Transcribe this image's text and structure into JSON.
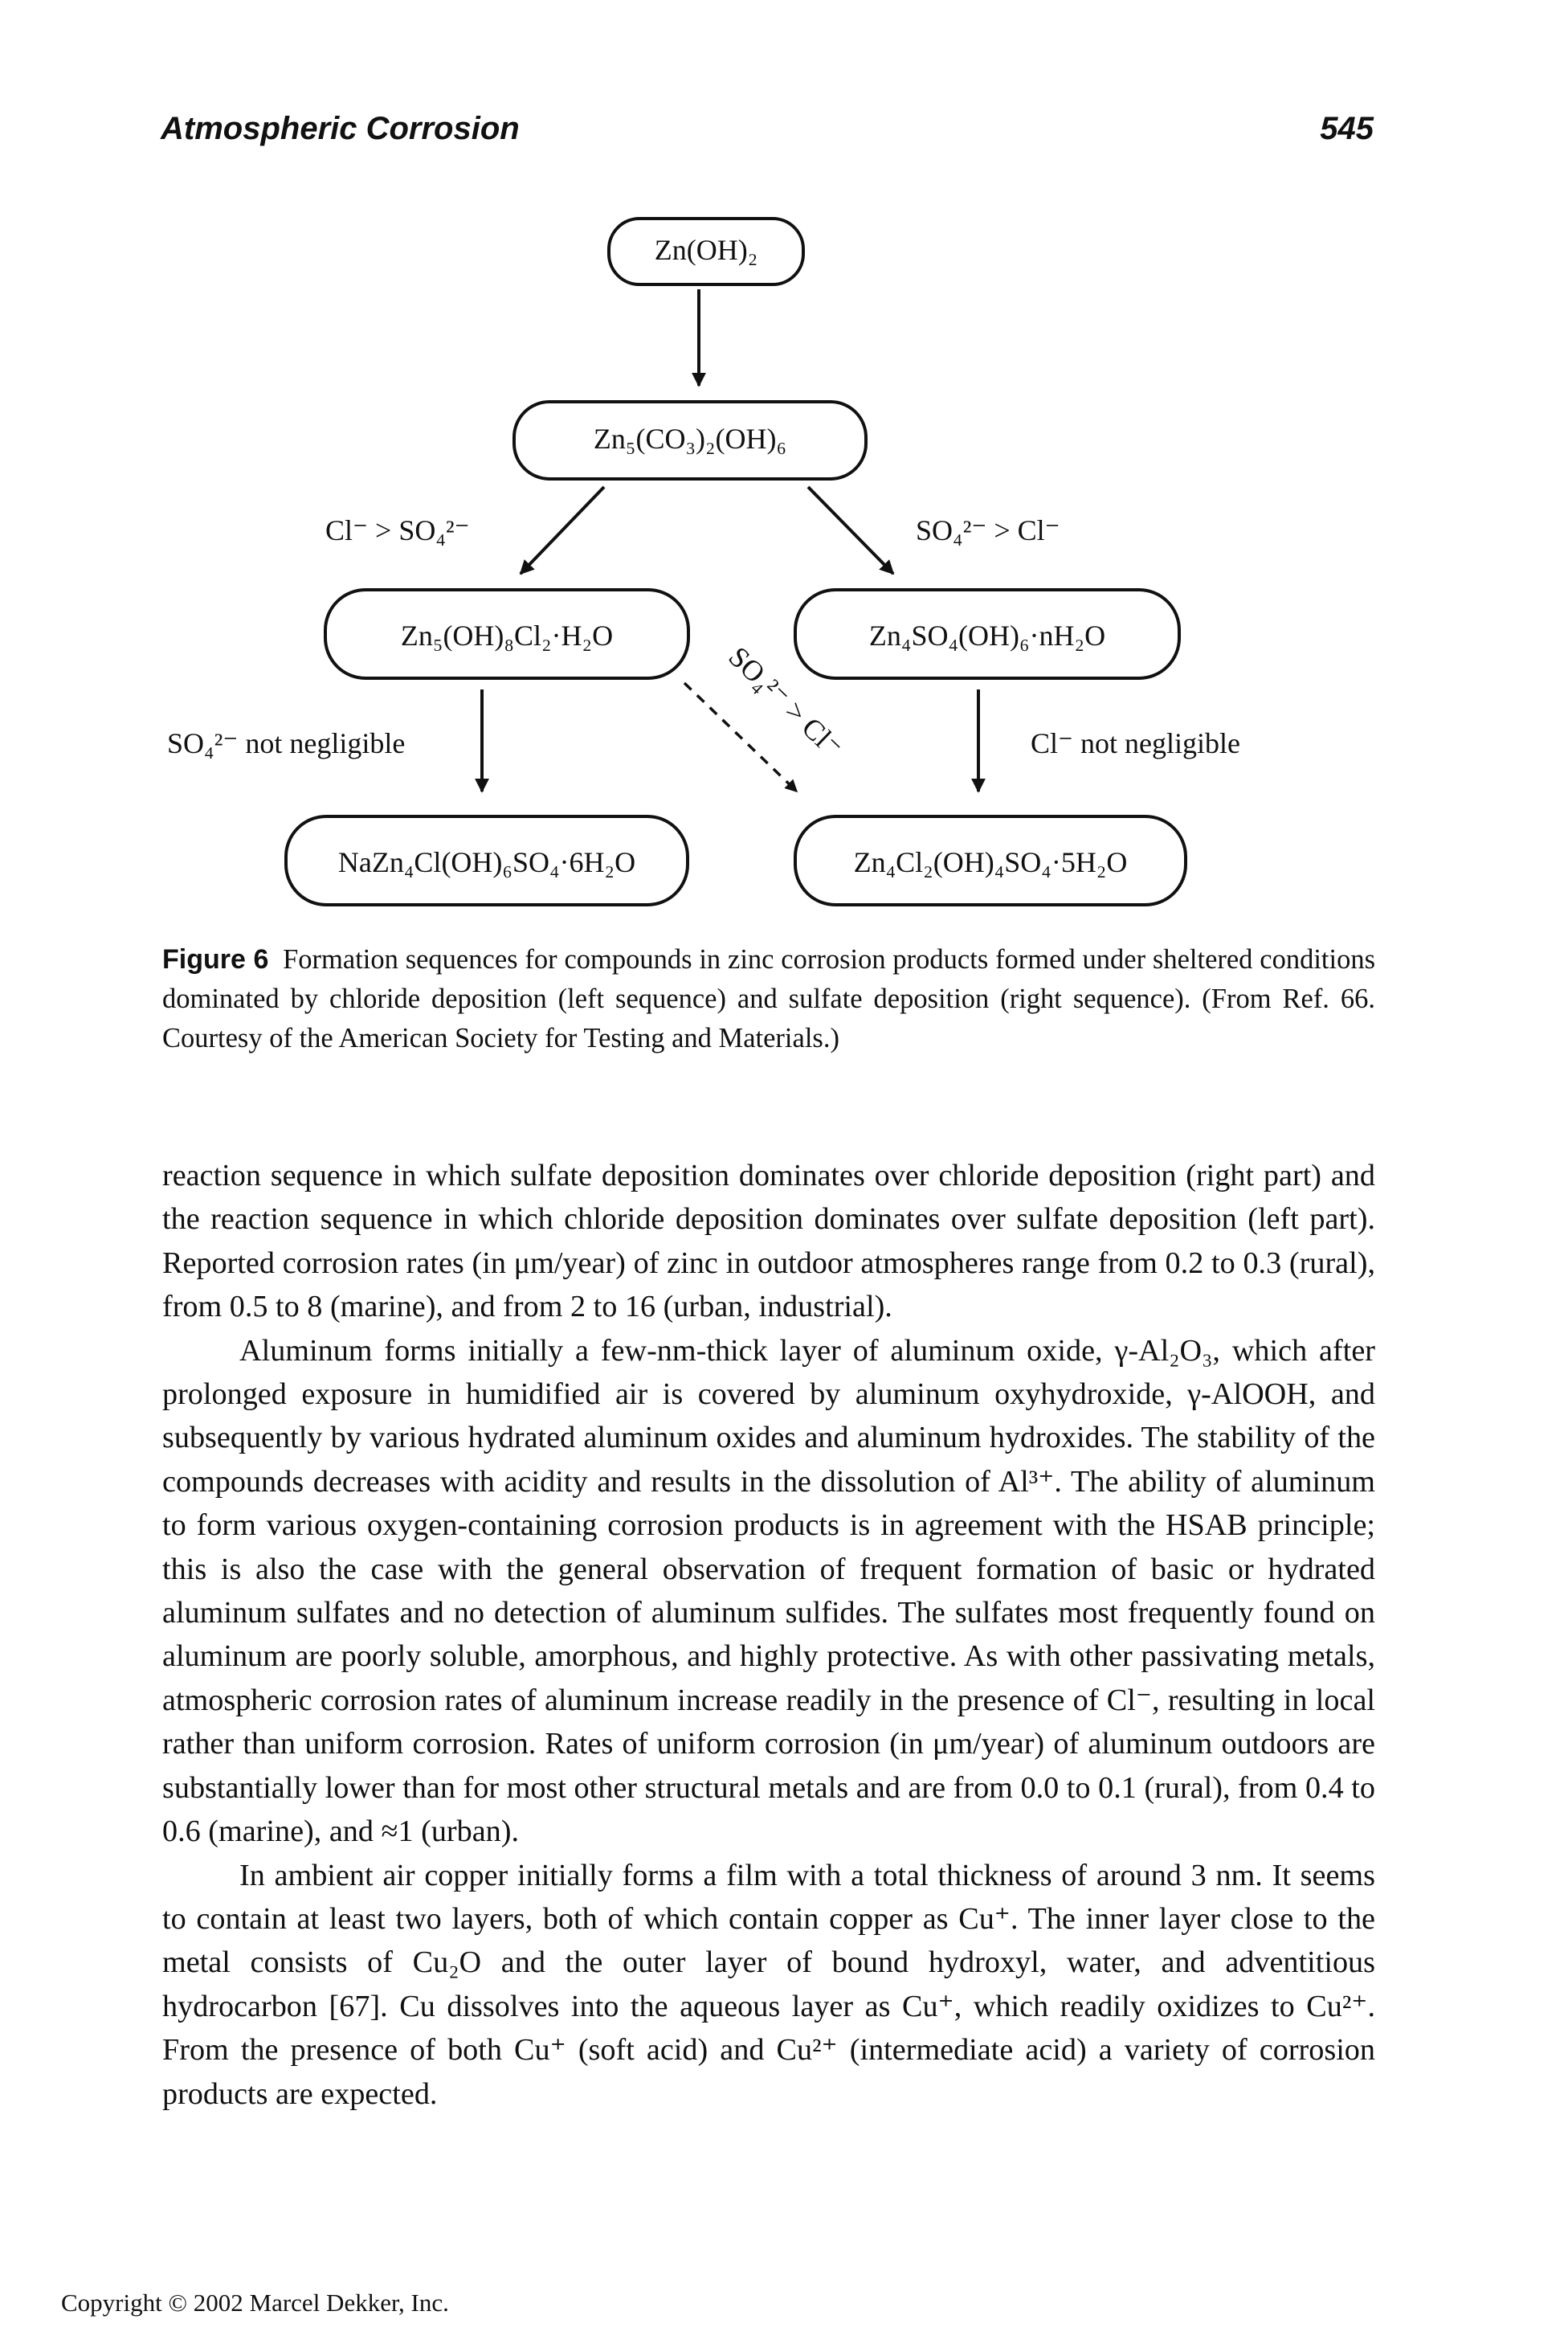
{
  "header": {
    "title": "Atmospheric Corrosion",
    "page_number": "545"
  },
  "diagram": {
    "nodes": {
      "top": "Zn(OH)₂",
      "mid": "Zn₅(CO₃)₂(OH)₆",
      "left": "Zn₅(OH)₈Cl₂·H₂O",
      "right": "Zn₄SO₄(OH)₆·nH₂O",
      "bottom_left": "NaZn₄Cl(OH)₆SO₄·6H₂O",
      "bottom_right": "Zn₄Cl₂(OH)₄SO₄·5H₂O"
    },
    "labels": {
      "left_branch": "Cl⁻ > SO₄²⁻",
      "right_branch": "SO₄²⁻ > Cl⁻",
      "left_down": "SO₄²⁻ not negligible",
      "right_down": "Cl⁻ not negligible",
      "diagonal": "SO₄²⁻ > Cl⁻"
    }
  },
  "caption": {
    "label": "Figure 6",
    "text": "Formation sequences for compounds in zinc corrosion products formed under sheltered conditions dominated by chloride deposition (left sequence) and sulfate deposition (right sequence). (From Ref. 66. Courtesy of the American Society for Testing and Materials.)"
  },
  "body": {
    "p1": "reaction sequence in which sulfate deposition dominates over chloride deposition (right part) and the reaction sequence in which chloride deposition dominates over sulfate deposition (left part). Reported corrosion rates (in μm/year) of zinc in outdoor atmospheres range from 0.2 to 0.3 (rural), from 0.5 to 8 (marine), and from 2 to 16 (urban, industrial).",
    "p2": "Aluminum forms initially a few-nm-thick layer of aluminum oxide, γ-Al₂O₃, which after prolonged exposure in humidified air is covered by aluminum oxyhydroxide, γ-AlOOH, and subsequently by various hydrated aluminum oxides and aluminum hydroxides. The stability of the compounds decreases with acidity and results in the dissolution of Al³⁺. The ability of aluminum to form various oxygen-containing corrosion products is in agreement with the HSAB principle; this is also the case with the general observation of frequent formation of basic or hydrated aluminum sulfates and no detection of aluminum sulfides. The sulfates most frequently found on aluminum are poorly soluble, amorphous, and highly protective. As with other passivating metals, atmospheric corrosion rates of aluminum increase readily in the presence of Cl⁻, resulting in local rather than uniform corrosion. Rates of uniform corrosion (in μm/year) of aluminum outdoors are substantially lower than for most other structural metals and are from 0.0 to 0.1 (rural), from 0.4 to 0.6 (marine), and ≈1 (urban).",
    "p3": "In ambient air copper initially forms a film with a total thickness of around 3 nm. It seems to contain at least two layers, both of which contain copper as Cu⁺. The inner layer close to the metal consists of Cu₂O and the outer layer of bound hydroxyl, water, and adventitious hydrocarbon [67]. Cu dissolves into the aqueous layer as Cu⁺, which readily oxidizes to Cu²⁺. From the presence of both Cu⁺ (soft acid) and Cu²⁺ (intermediate acid) a variety of corrosion products are expected."
  },
  "footer": {
    "copyright": "Copyright © 2002 Marcel Dekker, Inc."
  }
}
